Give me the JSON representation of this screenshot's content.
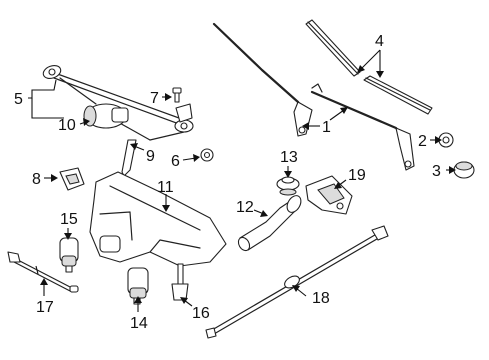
{
  "callouts": {
    "c1": "1",
    "c2": "2",
    "c3": "3",
    "c4": "4",
    "c5": "5",
    "c6": "6",
    "c7": "7",
    "c8": "8",
    "c9": "9",
    "c10": "10",
    "c11": "11",
    "c12": "12",
    "c13": "13",
    "c14": "14",
    "c15": "15",
    "c16": "16",
    "c17": "17",
    "c18": "18",
    "c19": "19"
  },
  "colors": {
    "line": "#222222",
    "background": "#ffffff",
    "shade": "#dcdcdc"
  }
}
